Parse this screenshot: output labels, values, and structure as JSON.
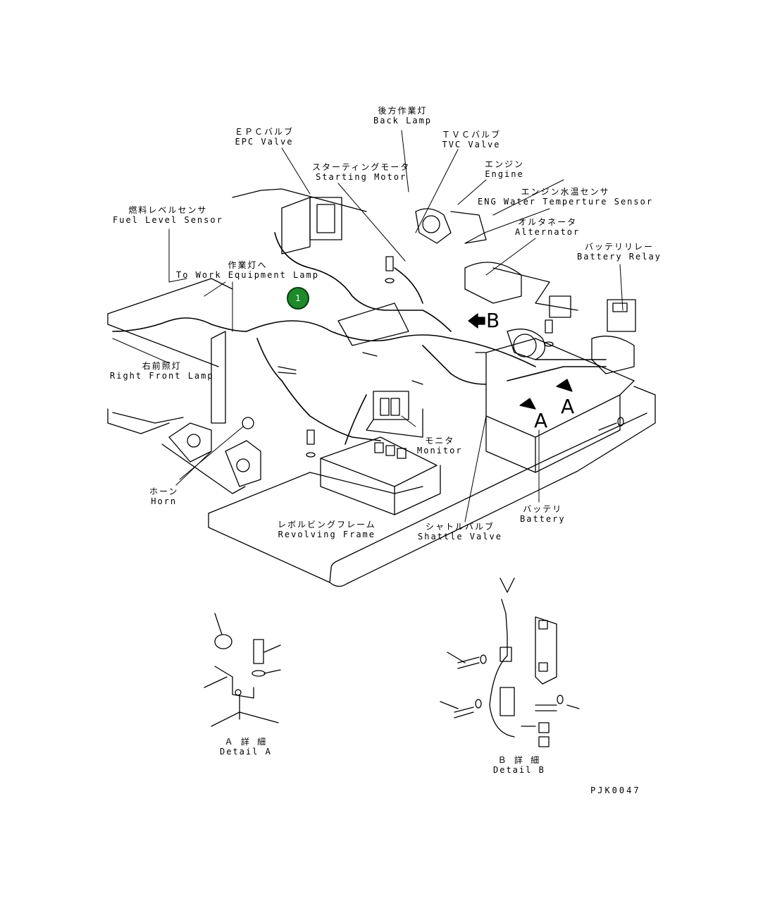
{
  "labels": {
    "back_lamp": {
      "jp": "後方作業灯",
      "en": "Back Lamp"
    },
    "epc_valve": {
      "jp": "ＥＰＣバルブ",
      "en": "EPC Valve"
    },
    "tvc_valve": {
      "jp": "ＴＶＣバルブ",
      "en": "TVC Valve"
    },
    "engine": {
      "jp": "エンジン",
      "en": "Engine"
    },
    "starting_motor": {
      "jp": "スターティングモータ",
      "en": "Starting Motor"
    },
    "eng_water_sensor": {
      "jp": "エンジン水温センサ",
      "en": "ENG Water Temperture Sensor"
    },
    "fuel_level_sensor": {
      "jp": "燃料レベルセンサ",
      "en": "Fuel Level Sensor"
    },
    "alternator": {
      "jp": "オルタネータ",
      "en": "Alternator"
    },
    "battery_relay": {
      "jp": "バッテリリレー",
      "en": "Battery Relay"
    },
    "work_equipment_lamp": {
      "jp": "作業灯へ",
      "en": "To Work Equipment Lamp"
    },
    "right_front_lamp": {
      "jp": "右前照灯",
      "en": "Right Front Lamp"
    },
    "monitor": {
      "jp": "モニタ",
      "en": "Monitor"
    },
    "horn": {
      "jp": "ホーン",
      "en": "Horn"
    },
    "revolving_frame": {
      "jp": "レボルビングフレーム",
      "en": "Revolving Frame"
    },
    "shuttle_valve": {
      "jp": "シャトルバルブ",
      "en": "Shattle Valve"
    },
    "battery": {
      "jp": "バッテリ",
      "en": "Battery"
    },
    "detail_a": {
      "jp": "Ａ 詳 細",
      "en": "Detail A"
    },
    "detail_b": {
      "jp": "Ｂ 詳 細",
      "en": "Detail B"
    }
  },
  "view_markers": {
    "a1": "A",
    "a2": "A",
    "b": "B"
  },
  "callout": {
    "number": "1",
    "color": "#1e8a2a"
  },
  "drawing_code": "PJK0047"
}
